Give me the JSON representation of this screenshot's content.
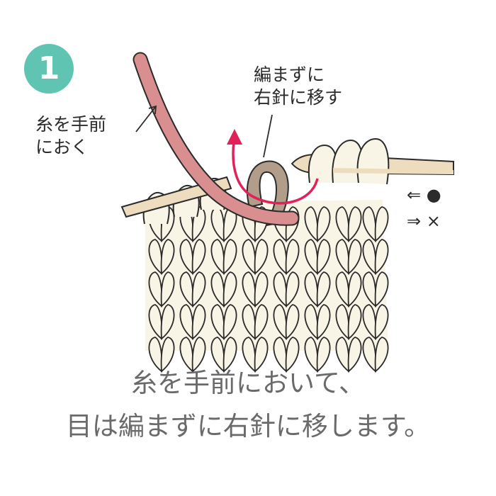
{
  "step": {
    "number": "1",
    "color": "#5fc4b2"
  },
  "labels": {
    "yarn_front": [
      "糸を手前",
      "におく"
    ],
    "slip": [
      "編まずに",
      "右針に移す"
    ]
  },
  "legend": [
    {
      "arrow": "⇐",
      "mark": "●"
    },
    {
      "arrow": "⇒",
      "mark": "×"
    }
  ],
  "caption": [
    "糸を手前において、",
    "目は編まずに右針に移します。"
  ],
  "colors": {
    "yarn": "#d98f90",
    "slipped_stitch": "#b19d89",
    "knit_fabric": "#f8f5e6",
    "outline": "#2b2b2b",
    "needle": "#eedcbf",
    "arrow": "#e0215a"
  }
}
